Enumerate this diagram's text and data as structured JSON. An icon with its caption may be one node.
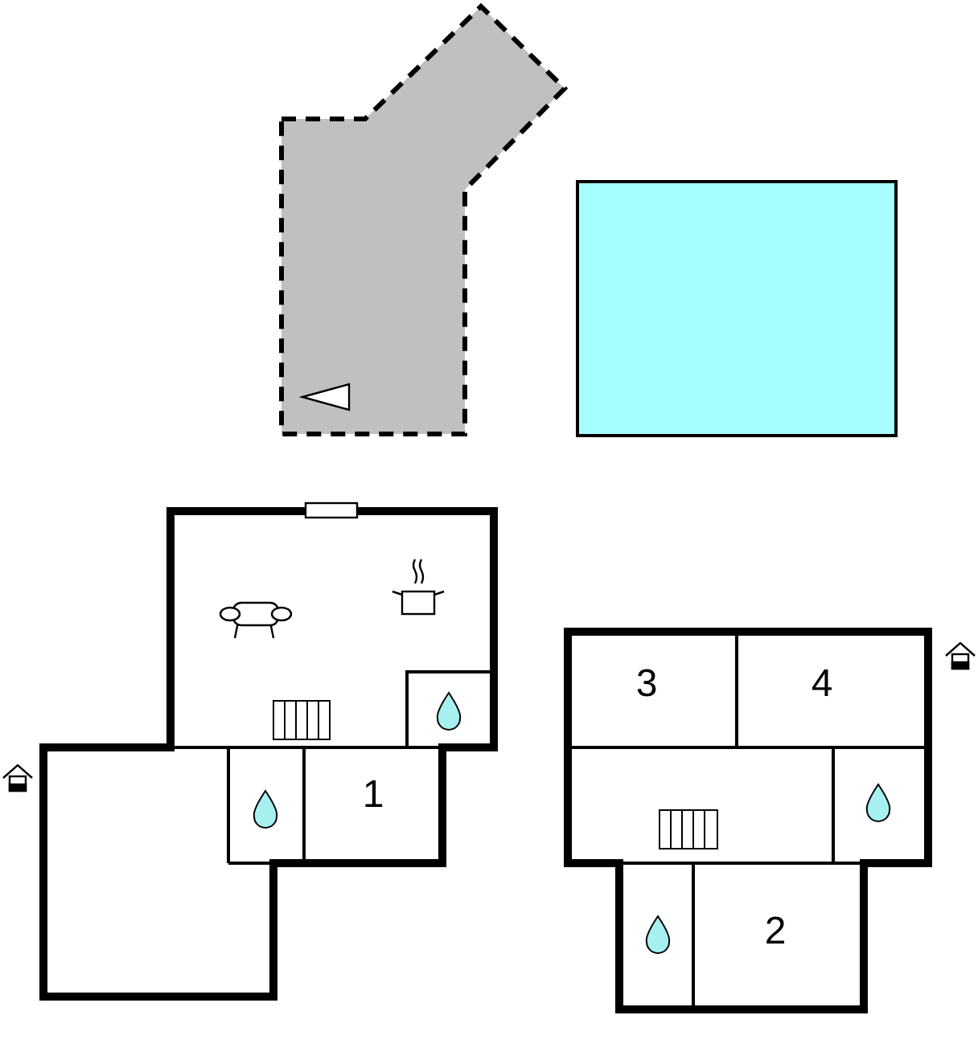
{
  "diagram": {
    "nodes": [
      {
        "text": [],
        "shape": "box"
      }
    ],
    "labels": [
      "3",
      "4",
      "1",
      "2"
    ]
  }
}
